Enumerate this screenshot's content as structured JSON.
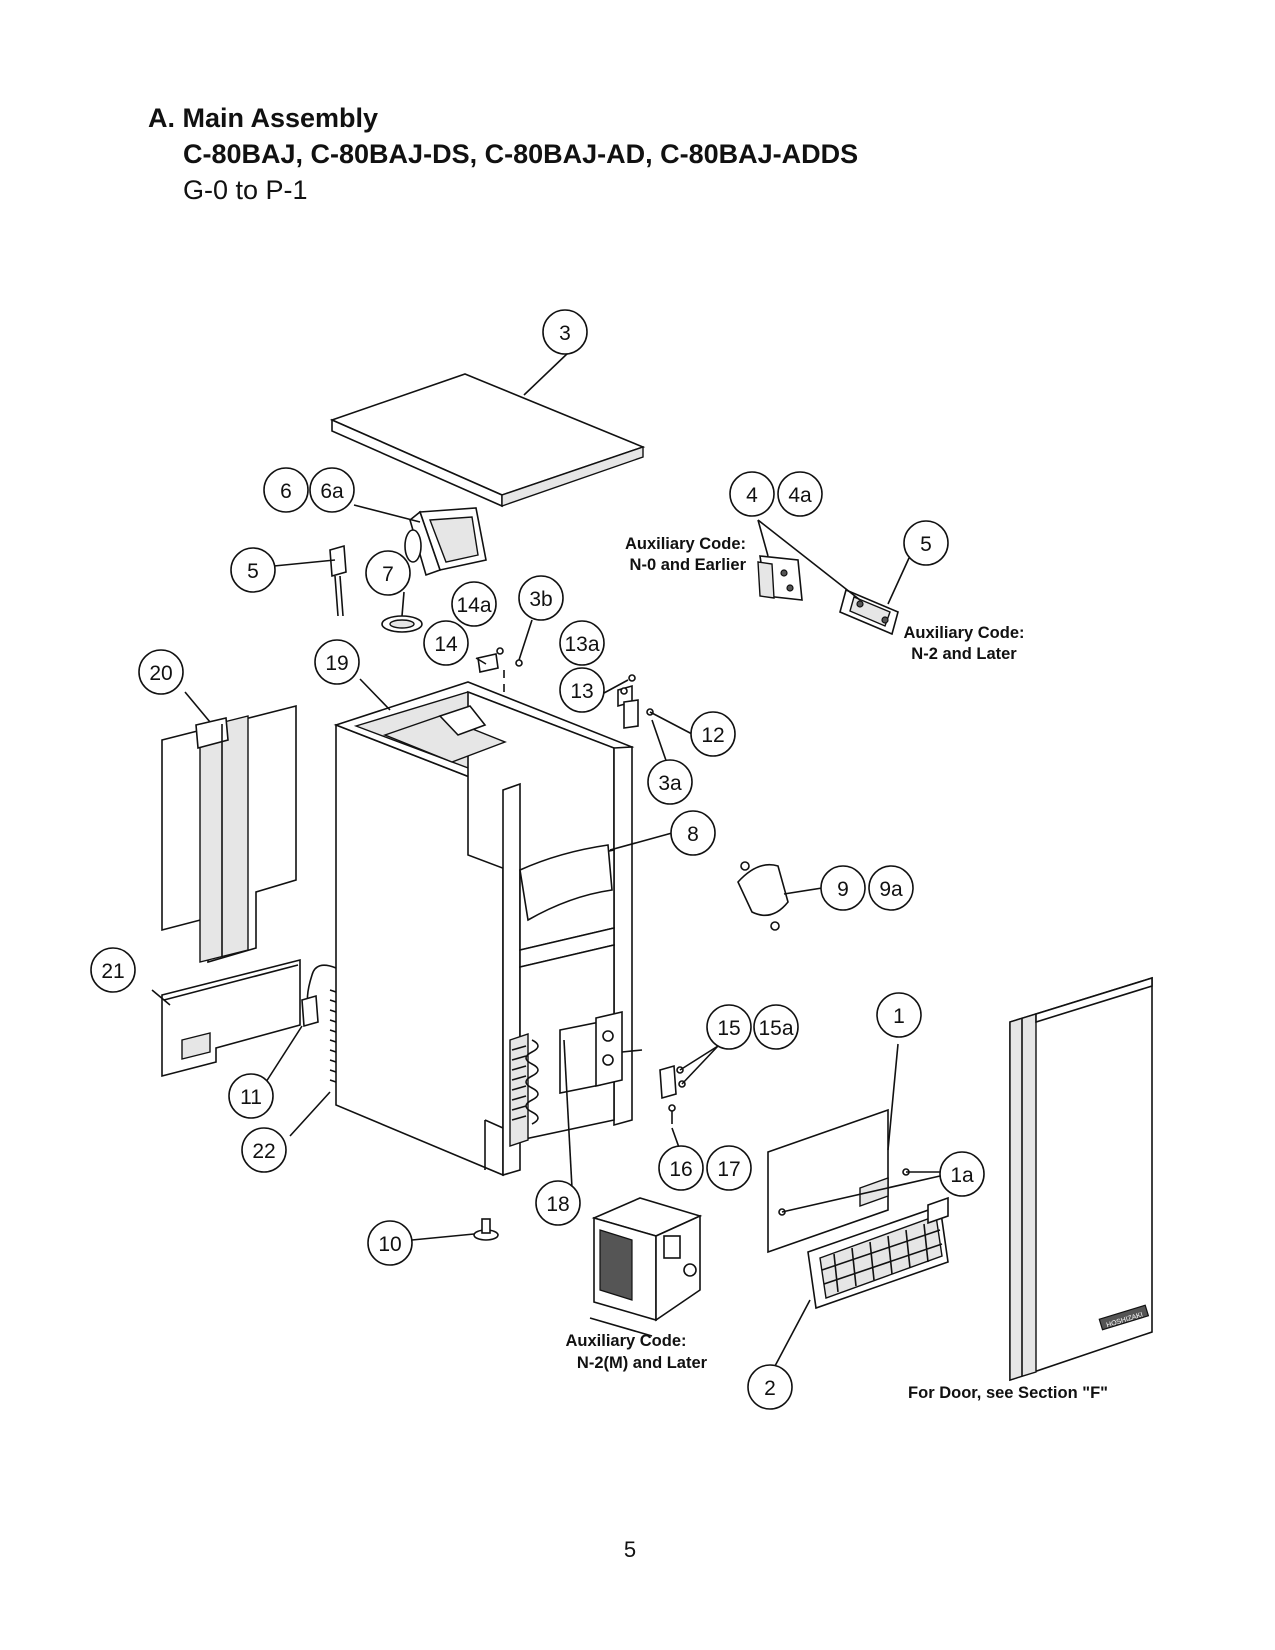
{
  "header": {
    "section_title": "A. Main Assembly",
    "models": "C-80BAJ, C-80BAJ-DS, C-80BAJ-AD, C-80BAJ-ADDS",
    "serial_range": "G-0 to P-1"
  },
  "callouts": [
    {
      "id": "c3",
      "label": "3"
    },
    {
      "id": "c6",
      "label": "6"
    },
    {
      "id": "c6a",
      "label": "6a"
    },
    {
      "id": "c4",
      "label": "4"
    },
    {
      "id": "c4a",
      "label": "4a"
    },
    {
      "id": "c5r",
      "label": "5"
    },
    {
      "id": "c5l",
      "label": "5"
    },
    {
      "id": "c7",
      "label": "7"
    },
    {
      "id": "c14a",
      "label": "14a"
    },
    {
      "id": "c3b",
      "label": "3b"
    },
    {
      "id": "c14",
      "label": "14"
    },
    {
      "id": "c13a",
      "label": "13a"
    },
    {
      "id": "c20",
      "label": "20"
    },
    {
      "id": "c19",
      "label": "19"
    },
    {
      "id": "c13",
      "label": "13"
    },
    {
      "id": "c12",
      "label": "12"
    },
    {
      "id": "c3a",
      "label": "3a"
    },
    {
      "id": "c8",
      "label": "8"
    },
    {
      "id": "c9",
      "label": "9"
    },
    {
      "id": "c9a",
      "label": "9a"
    },
    {
      "id": "c21",
      "label": "21"
    },
    {
      "id": "c15",
      "label": "15"
    },
    {
      "id": "c15a",
      "label": "15a"
    },
    {
      "id": "c1",
      "label": "1"
    },
    {
      "id": "c11",
      "label": "11"
    },
    {
      "id": "c22",
      "label": "22"
    },
    {
      "id": "c16",
      "label": "16"
    },
    {
      "id": "c17",
      "label": "17"
    },
    {
      "id": "c1a",
      "label": "1a"
    },
    {
      "id": "c18",
      "label": "18"
    },
    {
      "id": "c10",
      "label": "10"
    },
    {
      "id": "c2",
      "label": "2"
    }
  ],
  "notes": {
    "aux_early_line1": "Auxiliary Code:",
    "aux_early_line2": "N-0 and Earlier",
    "aux_late_line1": "Auxiliary Code:",
    "aux_late_line2": "N-2 and Later",
    "aux_m_line1": "Auxiliary Code:",
    "aux_m_line2": "N-2(M) and Later",
    "door_note": "For Door, see Section \"F\""
  },
  "door_badge": "HOSHIZAKI",
  "page_number": "5"
}
